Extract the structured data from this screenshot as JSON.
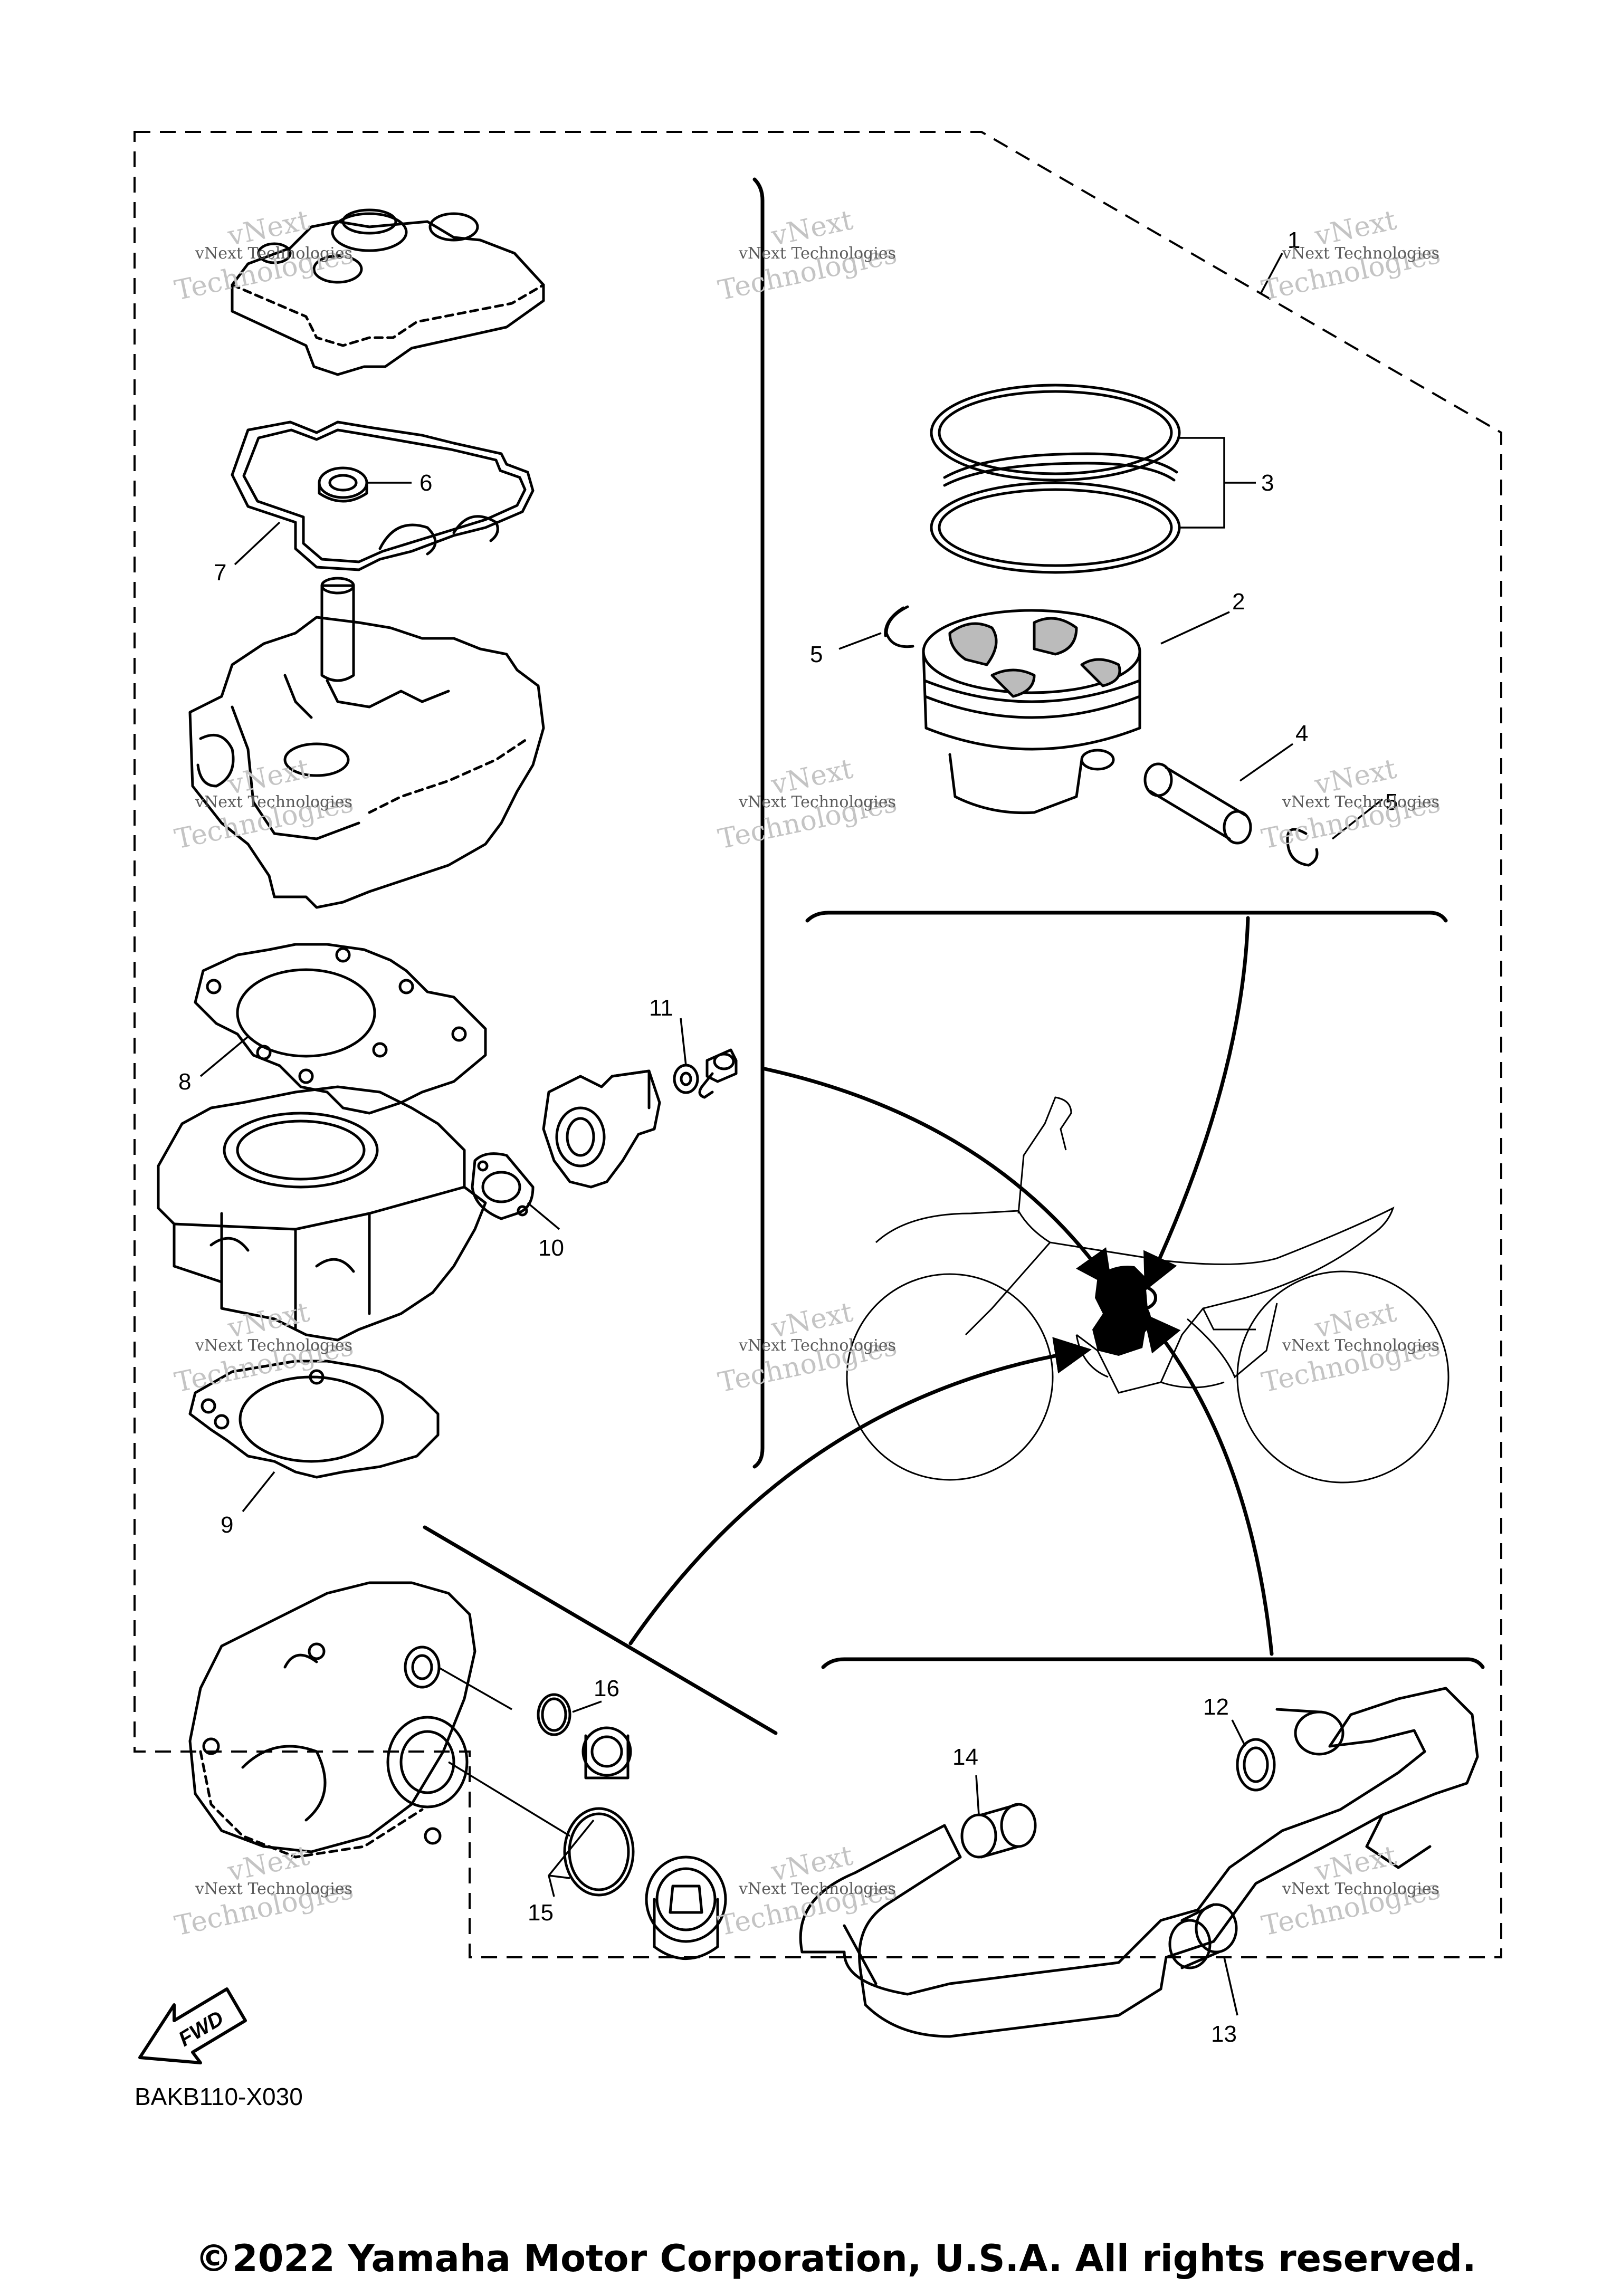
{
  "diagram_code": "BAKB110-X030",
  "copyright": "©2022 Yamaha Motor Corporation, U.S.A. All rights reserved.",
  "fwd_label": "FWD",
  "watermark": {
    "line1": "vNext Technologies",
    "line2": "Technologies",
    "line3": "vNext"
  },
  "callouts": [
    "1",
    "2",
    "3",
    "4",
    "5",
    "5",
    "6",
    "7",
    "8",
    "9",
    "10",
    "11",
    "12",
    "13",
    "14",
    "15",
    "16"
  ]
}
